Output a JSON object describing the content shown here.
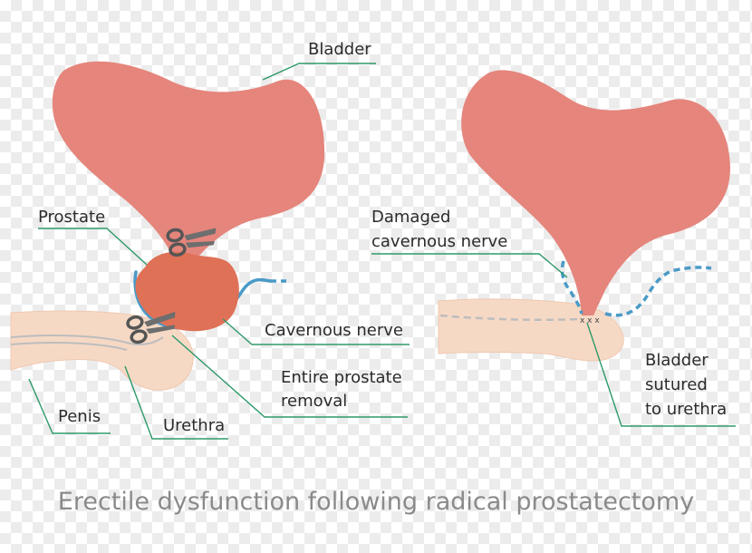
{
  "colors": {
    "bladder": "#e5857c",
    "prostate": "#df7157",
    "nerve": "#4a9ac7",
    "penis": "#f6d9c5",
    "leader": "#2e9a6a",
    "title": "#8a8a8a"
  },
  "icons": [
    "scissors-icon"
  ],
  "left": {
    "labels": {
      "bladder": "Bladder",
      "prostate": "Prostate",
      "cavernous_nerve": "Cavernous nerve",
      "removal_line1": "Entire prostate",
      "removal_line2": "removal",
      "penis": "Penis",
      "urethra": "Urethra"
    }
  },
  "right": {
    "labels": {
      "damaged_line1": "Damaged",
      "damaged_line2": "cavernous nerve",
      "sutured_line1": "Bladder",
      "sutured_line2": "sutured",
      "sutured_line3": "to urethra"
    }
  },
  "title": "Erectile dysfunction following radical prostatectomy"
}
